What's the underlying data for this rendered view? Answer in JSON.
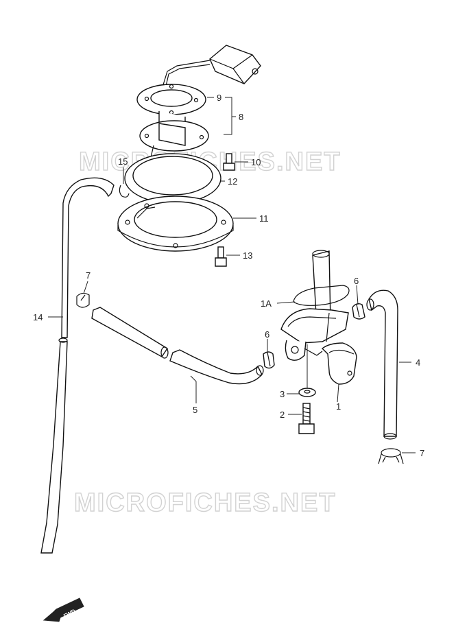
{
  "watermarks": [
    "MICROFICHES.NET",
    "MICROFICHES.NET"
  ],
  "direction_badge": "FWD",
  "callouts": [
    "1",
    "1A",
    "2",
    "3",
    "4",
    "5",
    "6",
    "6",
    "7",
    "7",
    "8",
    "9",
    "10",
    "11",
    "12",
    "13",
    "14",
    "15"
  ]
}
